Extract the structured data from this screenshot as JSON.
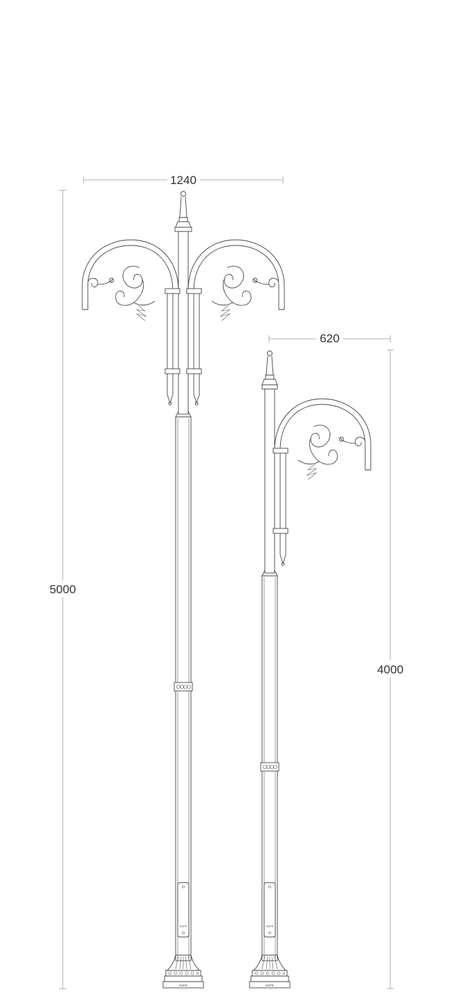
{
  "dimensions": {
    "width_double": "1240",
    "width_single": "620",
    "height_tall": "5000",
    "height_short": "4000"
  },
  "base_labels": {
    "pole_a_panel": "SUFE",
    "pole_a_base": "SUFE",
    "pole_b_panel": "SUFE",
    "pole_b_base": "SUFE"
  }
}
